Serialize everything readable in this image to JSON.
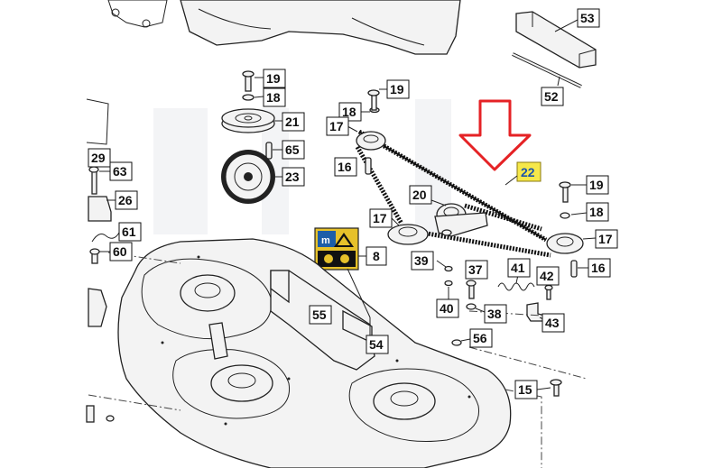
{
  "diagram": {
    "highlight_color": "#f6e84a",
    "arrow_color": "#e52225",
    "callouts": {
      "c53": "53",
      "c52": "52",
      "c19a": "19",
      "c18a": "18",
      "c21": "21",
      "c65": "65",
      "c23": "23",
      "c29": "29",
      "c63": "63",
      "c26": "26",
      "c61": "61",
      "c60": "60",
      "c18b": "18",
      "c19b": "19",
      "c17a": "17",
      "c16a": "16",
      "c22": "22",
      "c20": "20",
      "c17b": "17",
      "c19c": "19",
      "c18c": "18",
      "c17c": "17",
      "c16b": "16",
      "c8": "8",
      "c39": "39",
      "c37": "37",
      "c41": "41",
      "c42": "42",
      "c40": "40",
      "c38": "38",
      "c43": "43",
      "c55": "55",
      "c54": "54",
      "c56": "56",
      "c15": "15"
    }
  }
}
